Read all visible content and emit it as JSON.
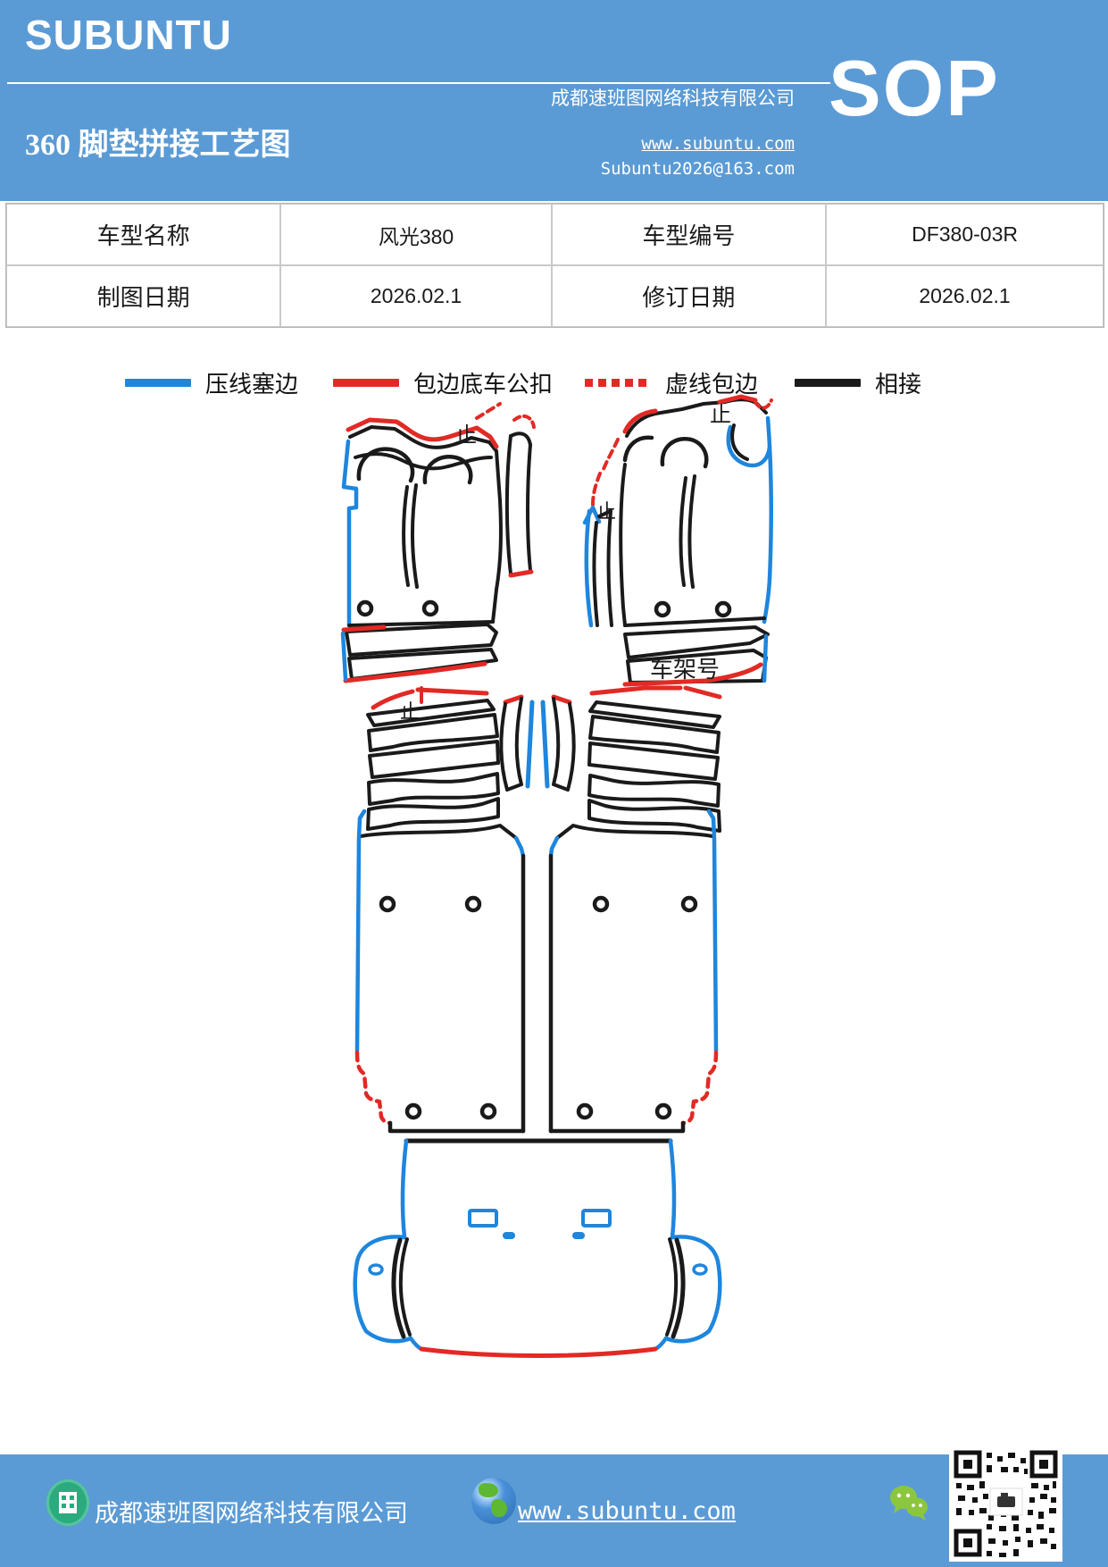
{
  "header": {
    "logo": "SUBUNTU",
    "title": "360 脚垫拼接工艺图",
    "company": "成都速班图网络科技有限公司",
    "website": "www.subuntu.com",
    "email": "Subuntu2026@163.com",
    "sop": "SOP"
  },
  "info_table": {
    "rows": [
      {
        "label1": "车型名称",
        "value1": "风光380",
        "label2": "车型编号",
        "value2": "DF380-03R"
      },
      {
        "label1": "制图日期",
        "value1": "2026.02.1",
        "label2": "修订日期",
        "value2": "2026.02.1"
      }
    ]
  },
  "legend": {
    "items": [
      {
        "label": "压线塞边",
        "style": "solid",
        "color": "#1E86DD"
      },
      {
        "label": "包边底车公扣",
        "style": "solid",
        "color": "#E22A25"
      },
      {
        "label": "虚线包边",
        "style": "dotted",
        "color": "#E22A25"
      },
      {
        "label": "相接",
        "style": "solid",
        "color": "#1A1A1A"
      }
    ]
  },
  "diagram": {
    "stop_label": "止",
    "frame_label": "车架号",
    "line_colors": {
      "press_edge_blue": "#1E86DD",
      "bind_red": "#E22A25",
      "join_black": "#1A1A1A"
    }
  },
  "footer": {
    "company": "成都速班图网络科技有限公司",
    "website": "www.subuntu.com"
  }
}
